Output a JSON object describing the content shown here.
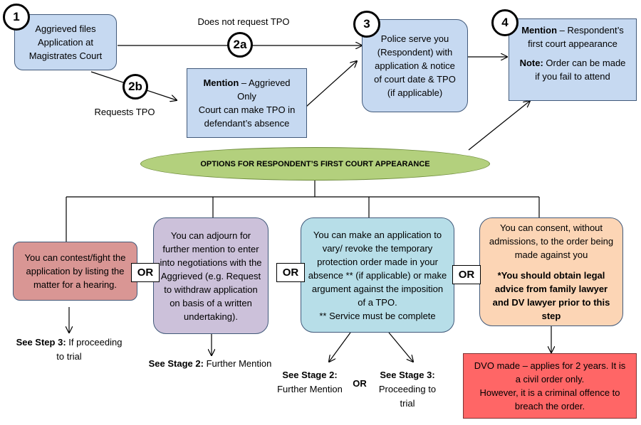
{
  "steps": {
    "s1": {
      "num": "1",
      "text": "Aggrieved files Application at Magistrates Court"
    },
    "s2a": {
      "num": "2a",
      "label": "Does not request TPO"
    },
    "s2b": {
      "num": "2b",
      "label": "Requests TPO"
    },
    "mention_aggrieved": {
      "bold": "Mention",
      "rest1": " – Aggrieved Only",
      "rest2": "Court can make TPO in defendant’s absence"
    },
    "s3": {
      "num": "3",
      "text": "Police serve you (Respondent) with application & notice of court date & TPO (if applicable)"
    },
    "s4": {
      "num": "4",
      "bold": "Mention",
      "rest1": " – Respondent’s first court appearance",
      "note_bold": "Note:",
      "note_rest": " Order can be made if you fail to attend"
    }
  },
  "options_title": "OPTIONS FOR RESPONDENT’S FIRST COURT APPEARANCE",
  "options": {
    "contest": "You can contest/fight the application by listing the matter for a hearing.",
    "adjourn": "You can adjourn for further mention to enter into negotiations with the Aggrieved (e.g. Request to withdraw application on basis of a written undertaking).",
    "vary_1": "You can make an application to vary/ revoke the temporary protection order made in your absence ** (if applicable) or make argument against the imposition of a TPO.",
    "vary_2": "** Service must be complete",
    "consent_1": "You can consent, without admissions, to the order being made against you",
    "consent_2": "*You should obtain legal advice from family lawyer and DV lawyer prior to this step"
  },
  "or_label": "OR",
  "outcomes": {
    "step3_bold": "See Step 3:",
    "step3_rest": " If proceeding to trial",
    "stage2_bold": "See Stage 2:",
    "stage2_rest": " Further Mention",
    "stage2b_bold": "See Stage 2:",
    "stage2b_rest": "Further Mention",
    "or_small": "OR",
    "stage3_bold": "See Stage 3:",
    "stage3_rest": "Proceeding to trial",
    "dvo_1": "DVO made – applies for 2 years. It is a civil order only.",
    "dvo_2": "However, it is a criminal offence to breach the order."
  },
  "colors": {
    "blue_box": "#c6d9f1",
    "red_box": "#d99694",
    "purple_box": "#ccc1da",
    "cyan_box": "#b7dee8",
    "orange_box": "#fcd5b5",
    "dvo_box": "#ff6666",
    "ellipse": "#b3d07d"
  }
}
